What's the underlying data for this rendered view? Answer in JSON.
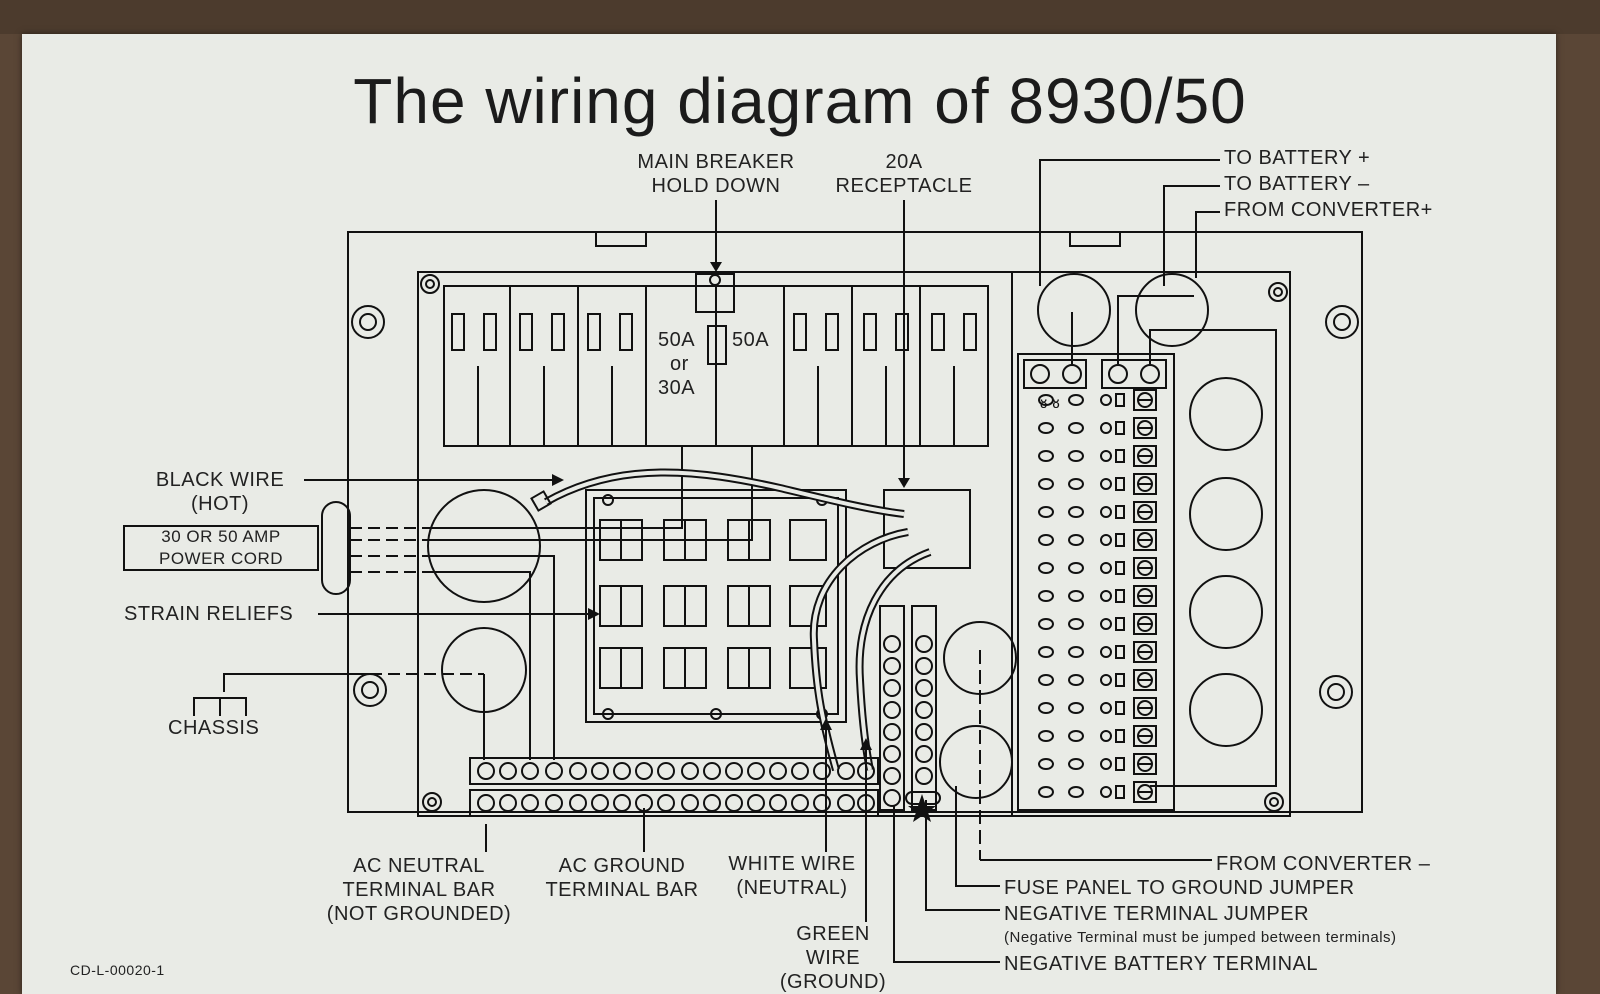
{
  "title": "The wiring diagram of 8930/50",
  "labels": {
    "main_breaker_1": "MAIN BREAKER",
    "main_breaker_2": "HOLD DOWN",
    "receptacle_1": "20A",
    "receptacle_2": "RECEPTACLE",
    "to_battery_pos": "TO BATTERY +",
    "to_battery_neg": "TO BATTERY –",
    "from_converter_pos": "FROM CONVERTER+",
    "black_wire_1": "BLACK WIRE",
    "black_wire_2": "(HOT)",
    "power_cord_1": "30 OR 50 AMP",
    "power_cord_2": "POWER CORD",
    "strain_reliefs": "STRAIN RELIEFS",
    "chassis": "CHASSIS",
    "breaker_50a_left": "50A",
    "breaker_or": "or",
    "breaker_30a": "30A",
    "breaker_50a_right": "50A",
    "ac_neutral_1": "AC NEUTRAL",
    "ac_neutral_2": "TERMINAL BAR",
    "ac_neutral_3": "(NOT GROUNDED)",
    "ac_ground_1": "AC GROUND",
    "ac_ground_2": "TERMINAL BAR",
    "white_wire_1": "WHITE WIRE",
    "white_wire_2": "(NEUTRAL)",
    "green_wire_1": "GREEN",
    "green_wire_2": "WIRE",
    "green_wire_3": "(GROUND)",
    "from_converter_neg": "FROM CONVERTER –",
    "fuse_jumper": "FUSE PANEL TO GROUND JUMPER",
    "neg_jumper": "NEGATIVE TERMINAL JUMPER",
    "neg_jumper_note": "(Negative Terminal must be jumped between terminals)",
    "neg_battery": "NEGATIVE BATTERY TERMINAL",
    "part_number": "CD-L-00020-1"
  },
  "colors": {
    "line": "#111111",
    "paper": "#e9ebe6",
    "frame": "#5a4636"
  }
}
